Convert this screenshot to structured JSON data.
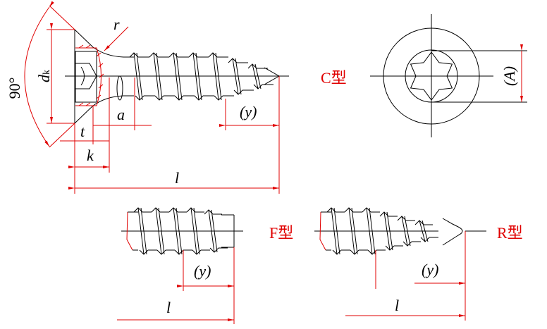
{
  "labels": {
    "angle": "90°",
    "head_diameter": "d",
    "head_diameter_sub": "k",
    "radius": "r",
    "recess_depth": "t",
    "head_height": "k",
    "thread_run_out": "a",
    "tip_length": "(y)",
    "length": "l",
    "recess_size": "(A)"
  },
  "types": {
    "c": "C型",
    "f": "F型",
    "r": "R型"
  },
  "views": {
    "f": {
      "tip_length": "(y)",
      "length": "l"
    },
    "r": {
      "tip_length": "(y)",
      "length": "l"
    }
  },
  "colors": {
    "dimension": "#e00000",
    "outline": "#000000"
  }
}
